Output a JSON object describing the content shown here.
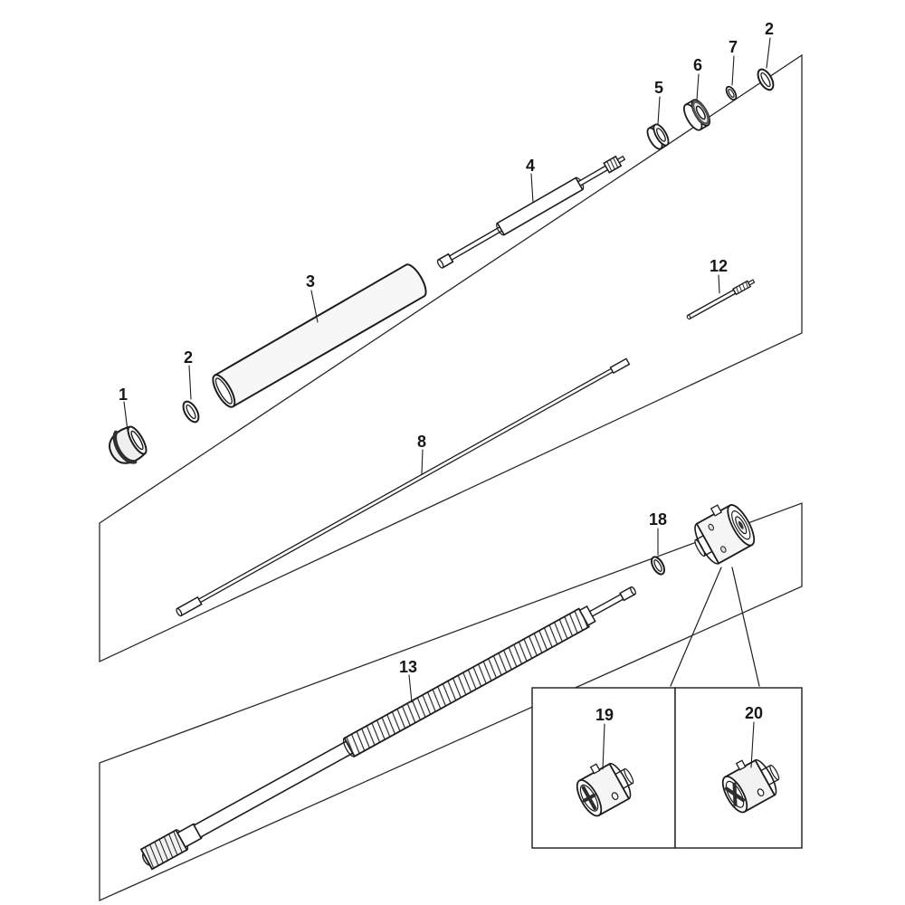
{
  "diagram": {
    "kind": "exploded-parts-diagram",
    "background_color": "#ffffff",
    "line_color": "#1c1c1c"
  },
  "callouts": [
    {
      "label": "1",
      "part": "cap"
    },
    {
      "label": "2",
      "part": "o-ring"
    },
    {
      "label": "3",
      "part": "tube"
    },
    {
      "label": "4",
      "part": "shaft"
    },
    {
      "label": "5",
      "part": "seal-ring"
    },
    {
      "label": "6",
      "part": "bearing"
    },
    {
      "label": "7",
      "part": "retaining-ring"
    },
    {
      "label": "2",
      "part": "o-ring"
    },
    {
      "label": "8",
      "part": "drive-rod"
    },
    {
      "label": "12",
      "part": "shaft-end"
    },
    {
      "label": "13",
      "part": "flexible-drive-shaft"
    },
    {
      "label": "18",
      "part": "o-ring"
    },
    {
      "label": "19",
      "part": "coupling-variant-a"
    },
    {
      "label": "20",
      "part": "coupling-variant-b"
    }
  ]
}
